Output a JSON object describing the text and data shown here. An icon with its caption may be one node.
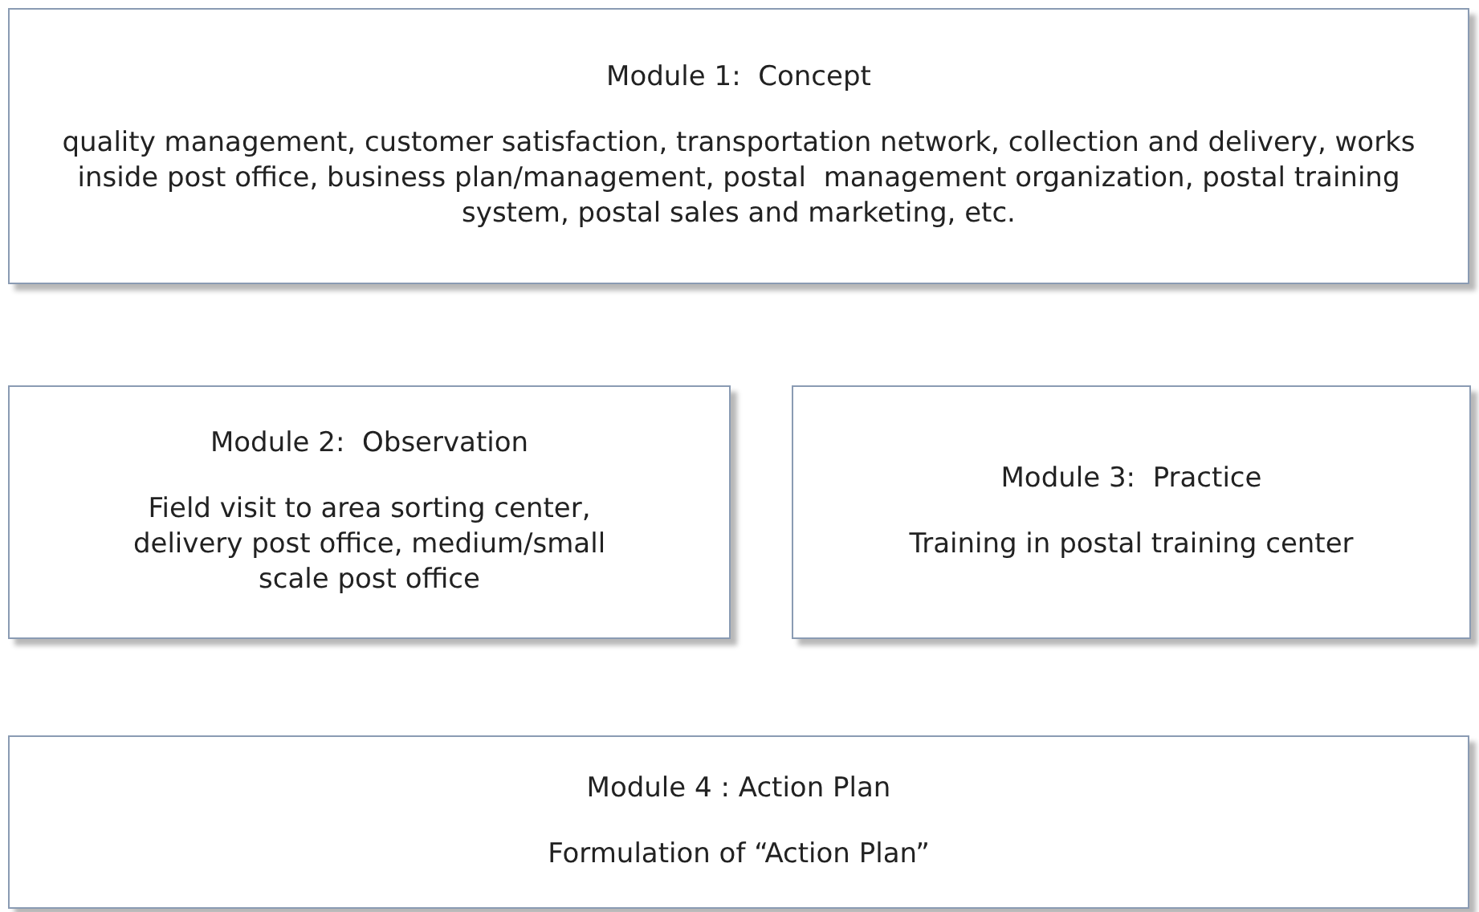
{
  "diagram": {
    "nodes": [
      {
        "text": [
          "Module 1:  Concept",
          "quality management, customer satisfaction, transportation network, collection and delivery, works inside post office, business plan/management, postal  management organization, postal training system, postal sales and marketing, etc."
        ]
      },
      {
        "text": [
          "Module 2:  Observation",
          "Field visit to area sorting center, delivery post office, medium/small scale post office"
        ]
      },
      {
        "text": [
          "Module 3:  Practice",
          "Training in postal training center"
        ]
      },
      {
        "text": [
          "Module 4 : Action Plan",
          "Formulation of “Action Plan”"
        ]
      }
    ]
  }
}
